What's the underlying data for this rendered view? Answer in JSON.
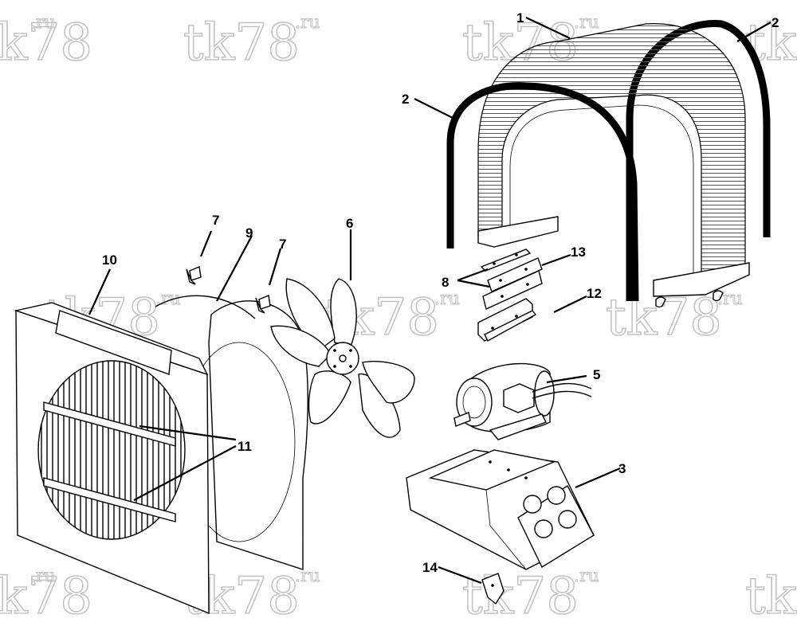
{
  "watermark": {
    "text": "tk78",
    "suffix": ".ru"
  },
  "callouts": [
    {
      "id": "c1",
      "label": "1"
    },
    {
      "id": "c2a",
      "label": "2"
    },
    {
      "id": "c2b",
      "label": "2"
    },
    {
      "id": "c3",
      "label": "3"
    },
    {
      "id": "c5",
      "label": "5"
    },
    {
      "id": "c6",
      "label": "6"
    },
    {
      "id": "c7a",
      "label": "7"
    },
    {
      "id": "c7b",
      "label": "7"
    },
    {
      "id": "c8",
      "label": "8"
    },
    {
      "id": "c9",
      "label": "9"
    },
    {
      "id": "c10",
      "label": "10"
    },
    {
      "id": "c11",
      "label": "11"
    },
    {
      "id": "c12",
      "label": "12"
    },
    {
      "id": "c13",
      "label": "13"
    },
    {
      "id": "c14",
      "label": "14"
    }
  ],
  "parts": [
    {
      "name": "radiator-coil",
      "callout": "1"
    },
    {
      "name": "coil-side-band",
      "callout": "2"
    },
    {
      "name": "motor-mount-bracket",
      "callout": "3"
    },
    {
      "name": "fan-motor",
      "callout": "5"
    },
    {
      "name": "fan-blade",
      "callout": "6"
    },
    {
      "name": "bracket",
      "callout": "7"
    },
    {
      "name": "strap",
      "callout": "8"
    },
    {
      "name": "shroud",
      "callout": "9"
    },
    {
      "name": "grille-panel",
      "callout": "10"
    },
    {
      "name": "grille-strip",
      "callout": "11"
    },
    {
      "name": "channel-support",
      "callout": "12"
    },
    {
      "name": "plate",
      "callout": "13"
    },
    {
      "name": "small-bracket",
      "callout": "14"
    }
  ]
}
